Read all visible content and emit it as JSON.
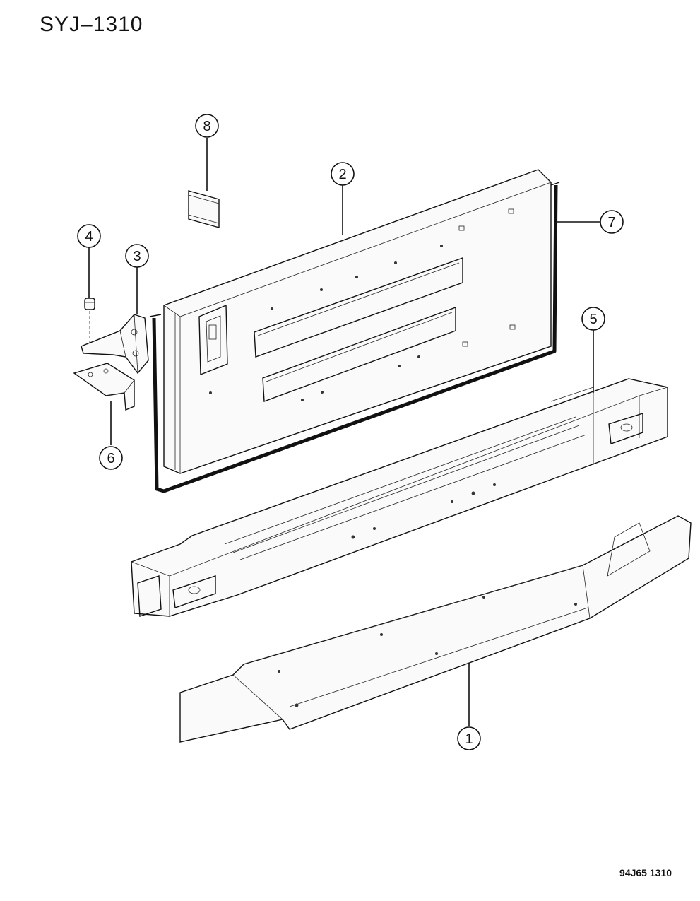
{
  "diagram_id": "SYJ–1310",
  "drawing_code": "94J65  1310",
  "callouts": [
    {
      "label": "1"
    },
    {
      "label": "2"
    },
    {
      "label": "3"
    },
    {
      "label": "4"
    },
    {
      "label": "5"
    },
    {
      "label": "6"
    },
    {
      "label": "7"
    },
    {
      "label": "8"
    }
  ]
}
